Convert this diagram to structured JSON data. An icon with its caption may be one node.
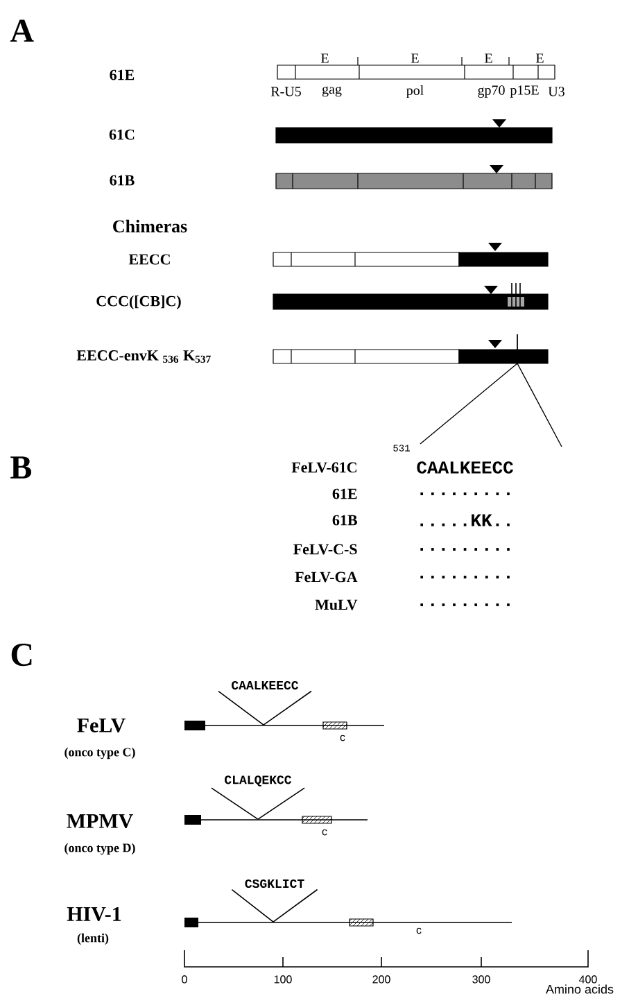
{
  "diagram": {
    "nodes": [
      {
        "text": [
          "CAALKEECC"
        ]
      },
      {
        "text": [],
        "shape": "bar",
        "beside": [
          "c"
        ]
      },
      {
        "text": [
          "CLALQEKCC"
        ]
      },
      {
        "text": [],
        "shape": "bar",
        "beside": [
          "c"
        ]
      },
      {
        "text": [
          "CSGKLICT"
        ]
      },
      {
        "text": [],
        "shape": "bar",
        "beside": [
          "c"
        ]
      }
    ],
    "edges": [
      {
        "from": 0,
        "to": 1,
        "arrow": "none"
      },
      {
        "from": 2,
        "to": 3,
        "arrow": "none"
      },
      {
        "from": 4,
        "to": 5,
        "arrow": "none"
      }
    ],
    "labels": [
      "A",
      "E",
      "E",
      "E",
      "E",
      "61E",
      "R-U5",
      "gag",
      "pol",
      "gp70",
      "p15E",
      "U3",
      "61C",
      "61B",
      "Chimeras",
      "EECC",
      "CCC([CB]C)",
      "EECC-envK $_{536}$ K$_{537}$",
      "531",
      "B",
      "FeLV-61C",
      "CAALKEECC",
      "61E",
      ".........",
      "61B",
      ".....KK..",
      "FeLV-C-S",
      ".........",
      "FeLV-GA",
      ".........",
      "MuLV",
      ".........",
      "C",
      "FeLV",
      "(onco type C)",
      "MPMV",
      "(onco type D)",
      "HIV-1",
      "(lenti)",
      "0",
      "100",
      "200",
      "300",
      "400",
      "Amino acids"
    ]
  }
}
